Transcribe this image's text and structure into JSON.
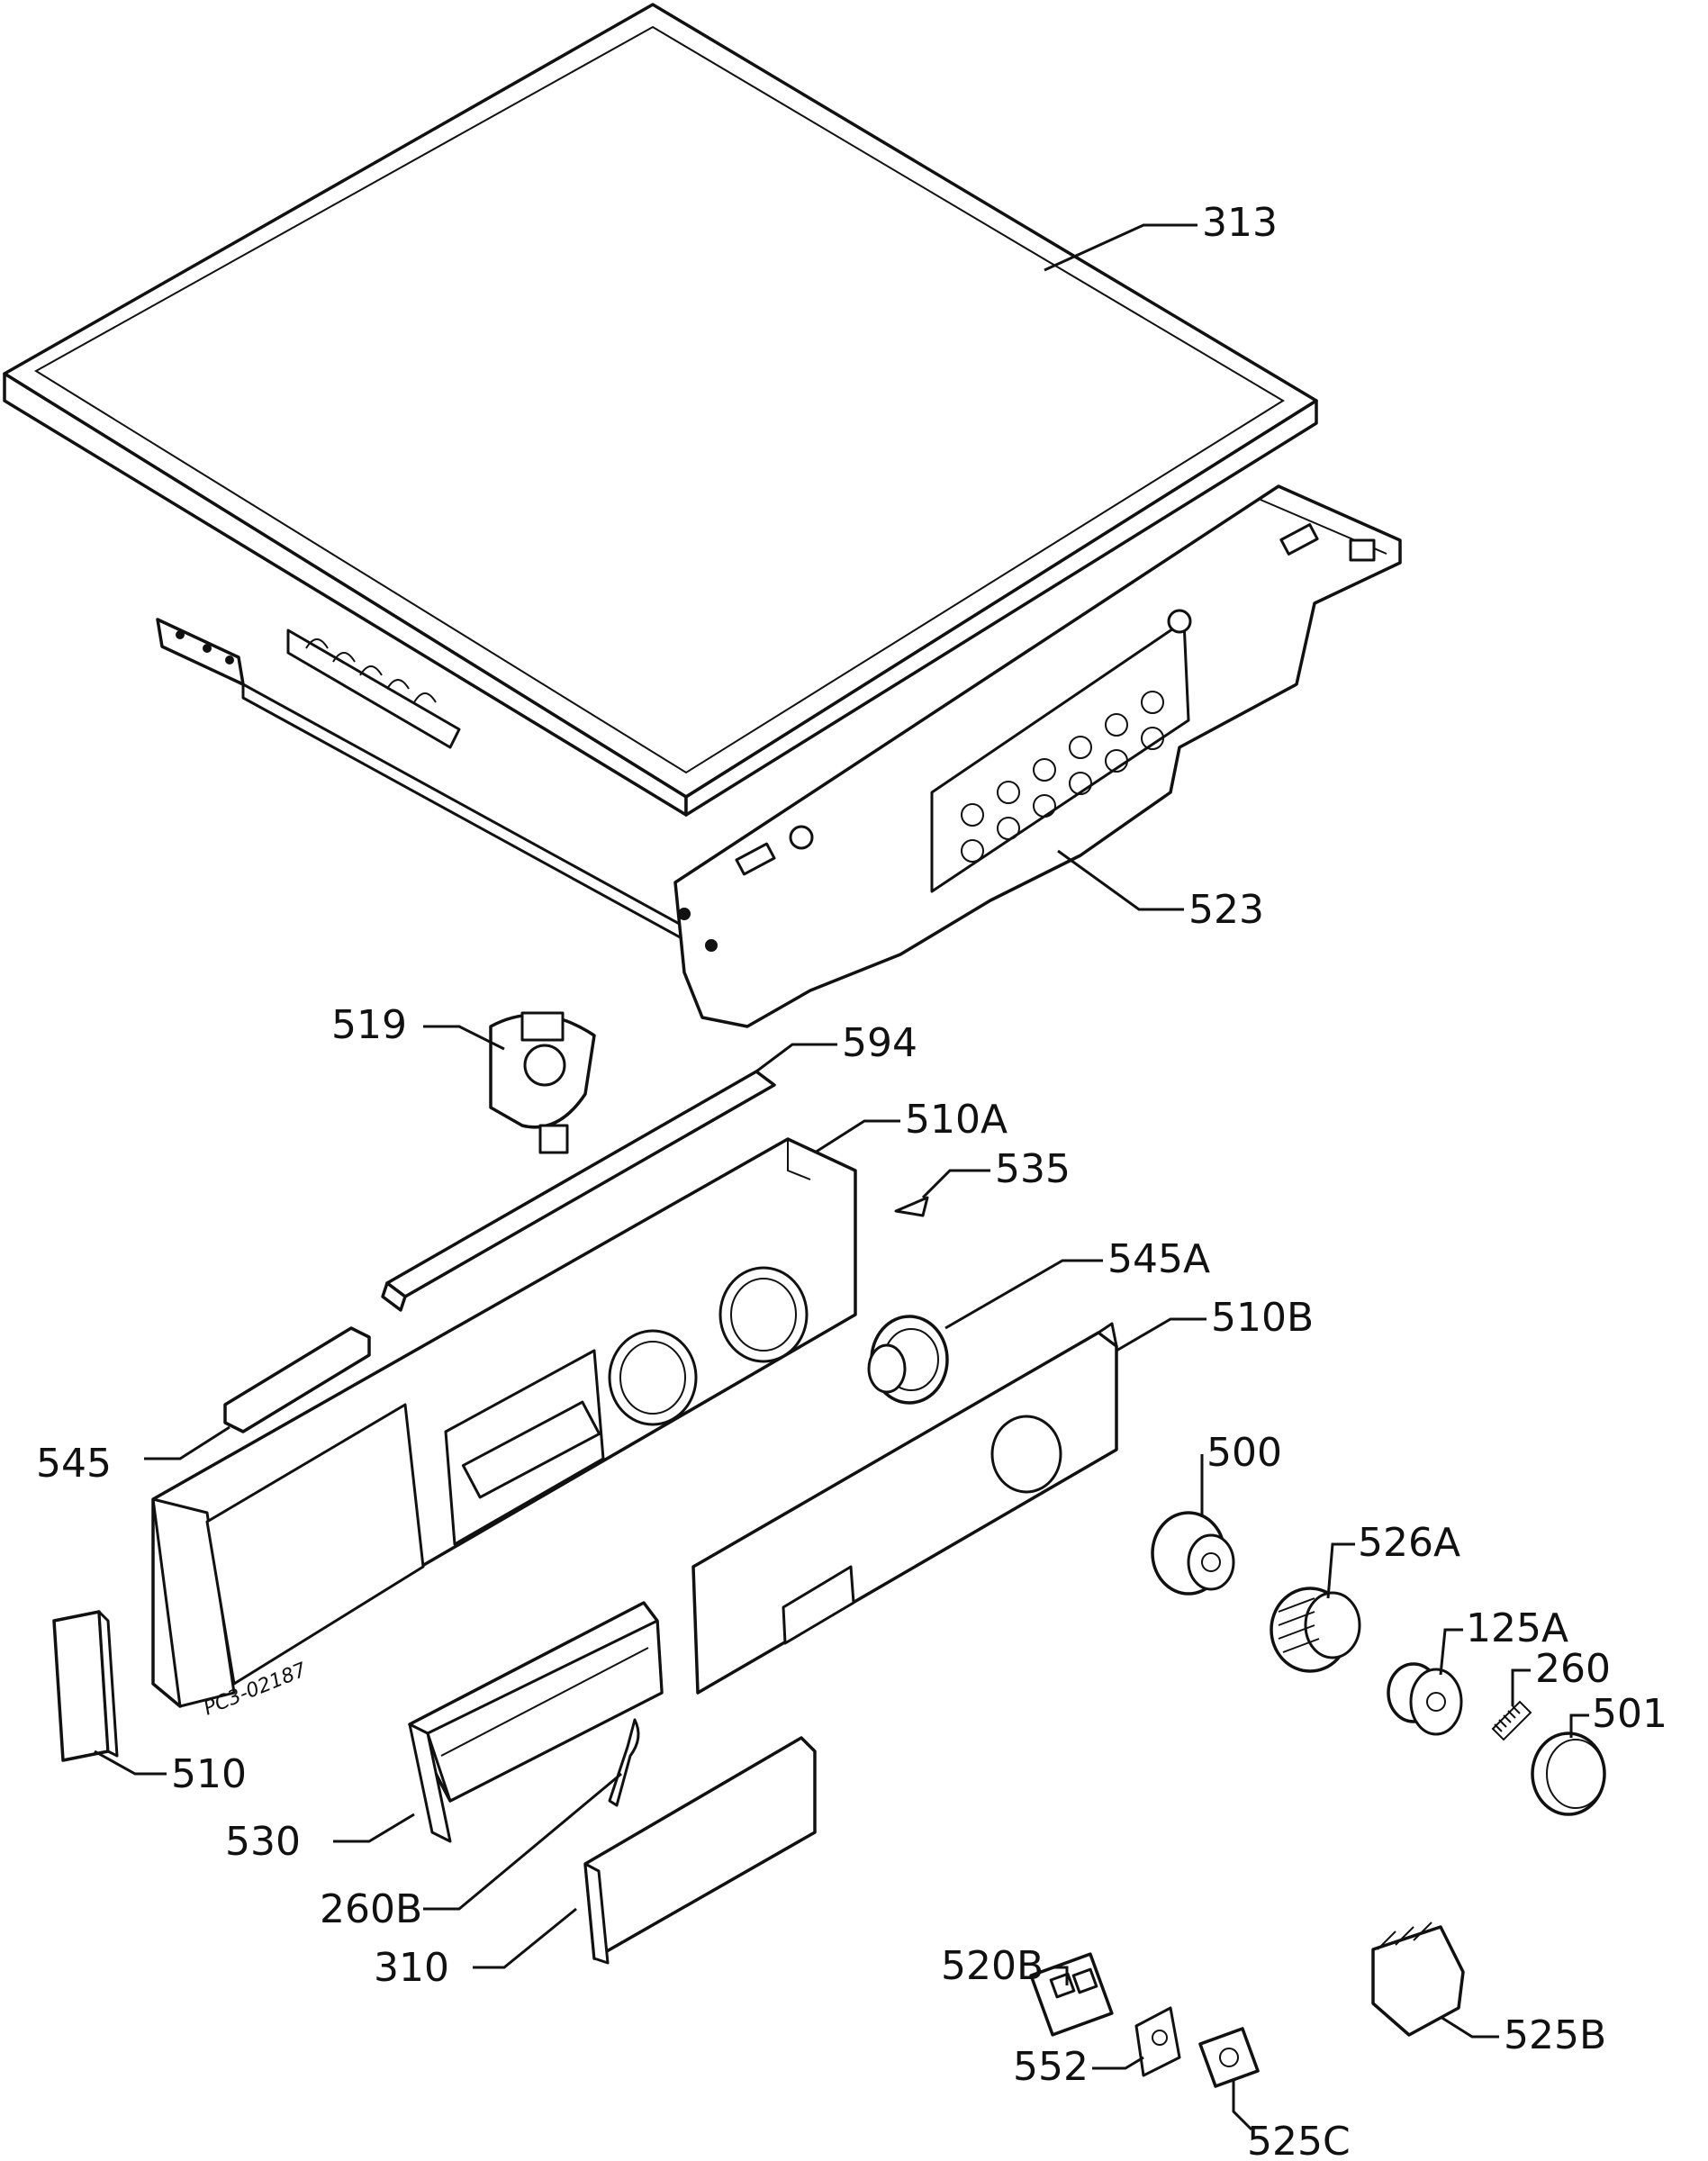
{
  "drawing_code": "PC3-02187",
  "labels": [
    {
      "id": "313",
      "text": "313"
    },
    {
      "id": "523",
      "text": "523"
    },
    {
      "id": "519",
      "text": "519"
    },
    {
      "id": "594",
      "text": "594"
    },
    {
      "id": "510A",
      "text": "510A"
    },
    {
      "id": "535",
      "text": "535"
    },
    {
      "id": "545A",
      "text": "545A"
    },
    {
      "id": "510B",
      "text": "510B"
    },
    {
      "id": "545",
      "text": "545"
    },
    {
      "id": "500",
      "text": "500"
    },
    {
      "id": "526A",
      "text": "526A"
    },
    {
      "id": "125A",
      "text": "125A"
    },
    {
      "id": "260",
      "text": "260"
    },
    {
      "id": "501",
      "text": "501"
    },
    {
      "id": "510",
      "text": "510"
    },
    {
      "id": "530",
      "text": "530"
    },
    {
      "id": "260B",
      "text": "260B"
    },
    {
      "id": "310",
      "text": "310"
    },
    {
      "id": "520B",
      "text": "520B"
    },
    {
      "id": "525B",
      "text": "525B"
    },
    {
      "id": "552",
      "text": "552"
    },
    {
      "id": "525C",
      "text": "525C"
    }
  ]
}
